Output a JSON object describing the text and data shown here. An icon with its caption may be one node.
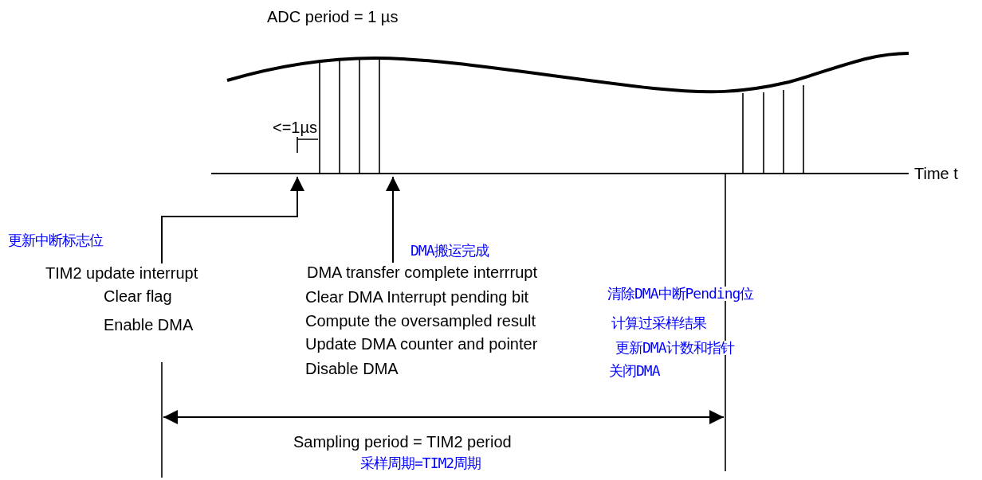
{
  "diagram": {
    "nodes": [
      {
        "text": [
          "TIM2 update interrupt"
        ],
        "beside": [
          "更新中断标志位"
        ]
      },
      {
        "text": [
          "DMA transfer complete interrrupt"
        ],
        "beside": [
          "DMA搬运完成"
        ]
      }
    ],
    "edges": [
      {
        "from": 0,
        "to": null,
        "arrow": "to"
      },
      {
        "from": 1,
        "to": null,
        "arrow": "to"
      }
    ],
    "labels": [
      "ADC period = 1 µs",
      "<=1µs",
      "Time t",
      "Clear flag",
      "Enable DMA",
      "Clear DMA Interrupt pending bit",
      "清除DMA中断Pending位",
      "Compute the oversampled result",
      "计算过采样结果",
      "Update DMA counter and pointer",
      "更新DMA计数和指针",
      "Disable DMA",
      "关闭DMA",
      "Sampling period = TIM2 period",
      "采样周期=TIM2周期"
    ]
  }
}
